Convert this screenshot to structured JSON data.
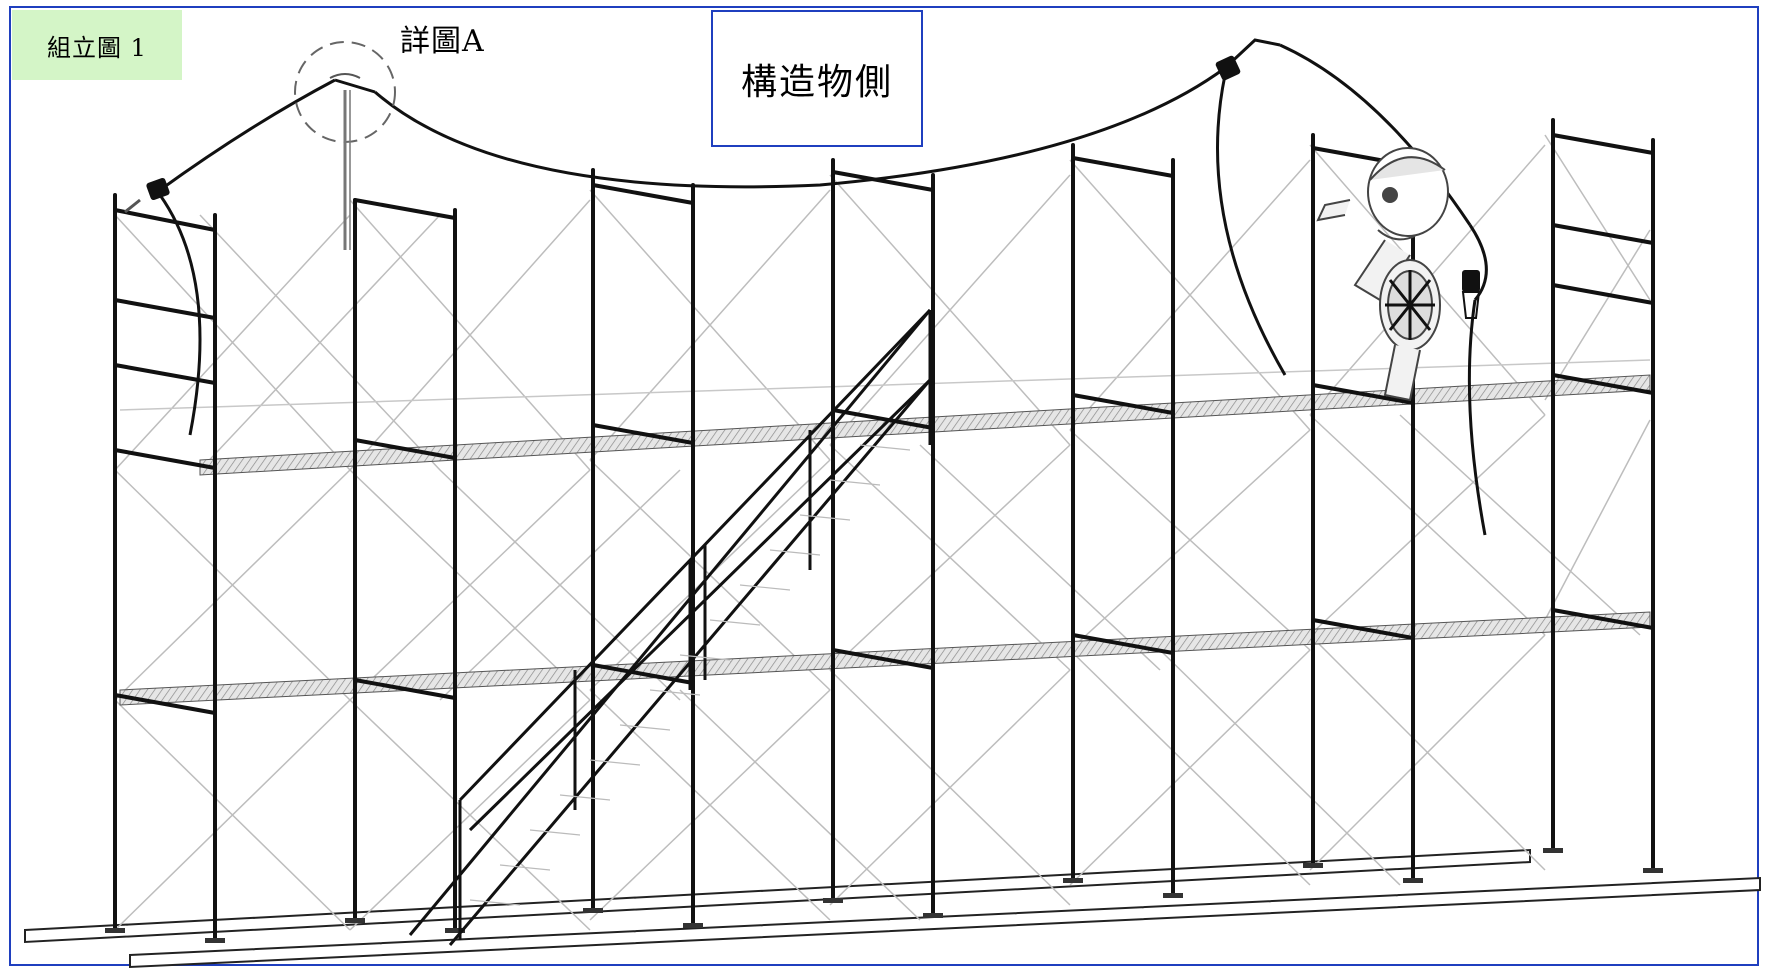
{
  "labels": {
    "figure_label": "組立圖 1",
    "side_label": "構造物側",
    "detail_label": "詳圖A"
  },
  "colors": {
    "frame_border": "#1f3fbf",
    "label_background": "#d4f5c7",
    "frame_lines": "#111111",
    "brace_lines": "#b8b8b8"
  },
  "icons": [
    "scaffold-drawing",
    "lifeline-cable",
    "retractable-lifeline-icon",
    "worker-figure-icon",
    "detail-circle-icon",
    "ground-sill-beam"
  ]
}
